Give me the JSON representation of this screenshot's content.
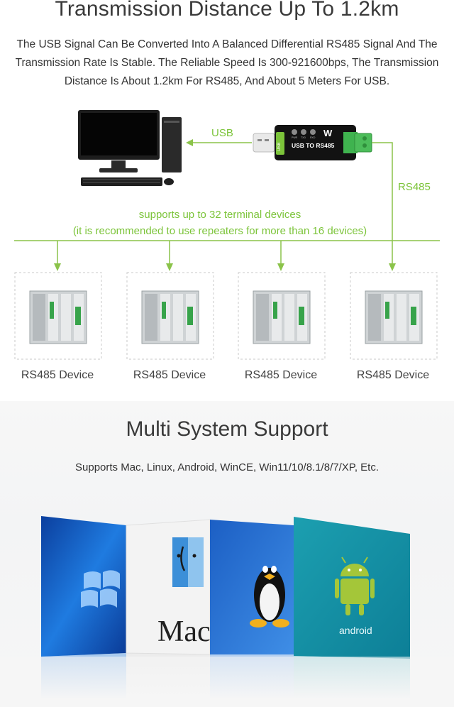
{
  "section1": {
    "title": "Transmission Distance Up To 1.2km",
    "desc_lines": [
      "The USB Signal Can Be Converted Into A Balanced Differential RS485 Signal And The",
      "Transmission Rate Is Stable. The Reliable Speed Is 300-921600bps, The Transmission",
      "Distance Is About 1.2km For RS485, And About 5 Meters For USB."
    ]
  },
  "diagram": {
    "usb_label": "USB",
    "rs485_label": "RS485",
    "adapter_text": "USB TO RS485",
    "adapter_leds": [
      "PWR",
      "TXD",
      "RXD"
    ],
    "adapter_logo": "W",
    "usb_side_label": "USB",
    "support_line1": "supports up to 32 terminal devices",
    "support_line2": "(it is recommended to use repeaters for more than 16 devices)",
    "devices": [
      "RS485 Device",
      "RS485 Device",
      "RS485 Device",
      "RS485 Device"
    ],
    "accent_color": "#8bc34a"
  },
  "section2": {
    "title": "Multi System Support",
    "subtitle": "Supports Mac, Linux, Android, WinCE, Win11/10/8.1/8/7/XP, Etc.",
    "os_panels": [
      {
        "name": "windows-panel",
        "color": "#1a63c9"
      },
      {
        "name": "mac-panel",
        "text": "Mac OS",
        "color": "#f2f2f2"
      },
      {
        "name": "linux-panel",
        "color": "#2a6fd1"
      },
      {
        "name": "android-panel",
        "text": "android",
        "color": "#1ba8b8"
      }
    ]
  }
}
